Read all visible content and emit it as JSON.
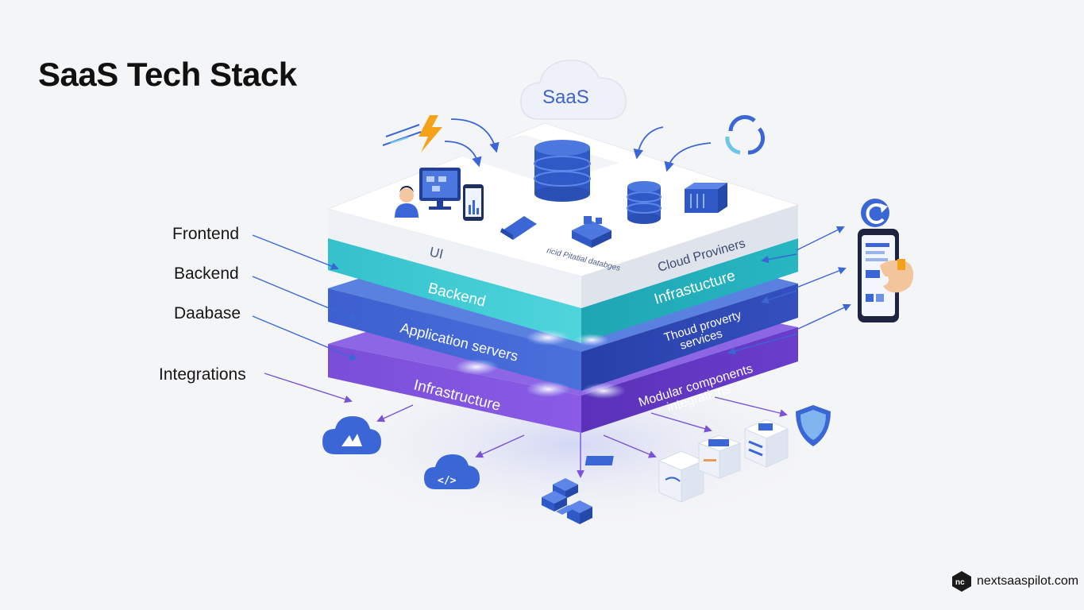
{
  "title": "SaaS Tech Stack",
  "cloud_label": "SaaS",
  "side_labels": [
    "Frontend",
    "Backend",
    "Daabase",
    "Integrations"
  ],
  "layers": {
    "top": {
      "left_label": "UI",
      "center_label": "ricid Pitatial databges",
      "right_label": "Cloud Proviners",
      "color": "#ffffff"
    },
    "teal": {
      "left_label": "Backend",
      "right_label": "Infrastucture",
      "color": "#3dc8d0"
    },
    "blue": {
      "left_label": "Application servers",
      "right_label_line1": "Thoud proverty",
      "right_label_line2": "services",
      "color": "#3f63cf"
    },
    "purple": {
      "left_label": "Infrastructure",
      "right_label_line1": "Modular components",
      "right_label_line2": "integrations",
      "color": "#7a4fd8"
    }
  },
  "brand": "nextsaaspilot.com",
  "icons": [
    "lightning-icon",
    "sync-icon",
    "database-icon",
    "user-icon",
    "monitor-icon",
    "phone-icon",
    "shield-icon",
    "cloud-icon",
    "code-cloud-icon",
    "cube-icon"
  ]
}
